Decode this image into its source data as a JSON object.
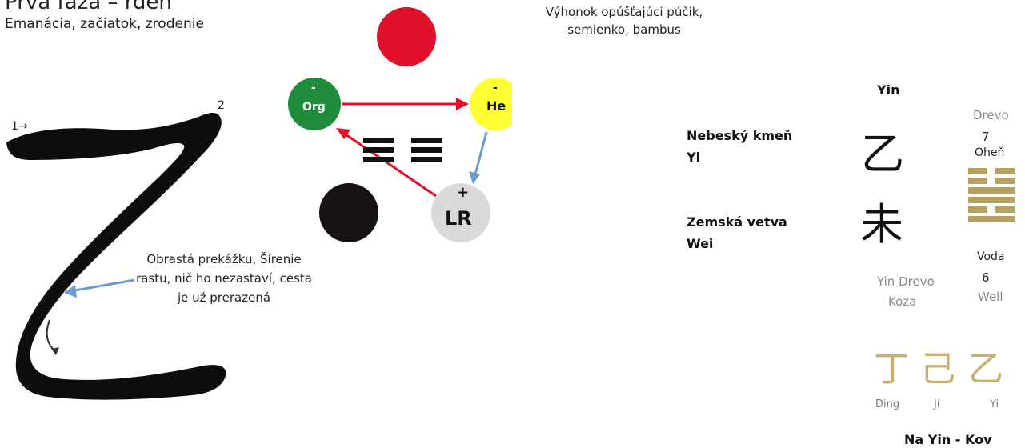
{
  "header": {
    "title": "Prvá fáza – rden",
    "subtitle": "Emanácia, začiatok, zrodenie"
  },
  "sprout_caption": "Výhonok opúšťajúci púčik, semienko, bambus",
  "obstacle_caption": "Obrastá prekážku, Šírenie rastu, nič ho nezastaví, cesta je už prerazená",
  "stroke_marks": {
    "first": "1→",
    "second": "2"
  },
  "cycle": {
    "nodes": [
      {
        "id": "org",
        "label": "Org",
        "sign": "-",
        "color": "#1e8c3a"
      },
      {
        "id": "he",
        "label": "He",
        "sign": "-",
        "color": "#ffff33"
      },
      {
        "id": "lr",
        "label": "LR",
        "sign": "+",
        "color": "#d9d9d9"
      }
    ],
    "decor_colors": {
      "red": "#e0102a",
      "black": "#161212",
      "arrow_red": "#e0102a",
      "arrow_blue": "#6b9bd2"
    }
  },
  "panel": {
    "yin_label": "Yin",
    "heavenly_stem": [
      "Nebeský kmeň",
      "Yi"
    ],
    "earthly_branch": [
      "Zemská vetva",
      "Wei"
    ],
    "char_stem": "乙",
    "char_branch": "未",
    "wood": "Drevo",
    "num_top": "7",
    "fire": "Oheň",
    "water": "Voda",
    "num_bottom": "6",
    "well": "Well",
    "yin_wood": "Yin Drevo",
    "goat": "Koza",
    "hexagram_lines": [
      "broken",
      "broken",
      "solid",
      "solid",
      "broken",
      "solid"
    ],
    "stems_row": [
      {
        "char": "丁",
        "label": "Ding"
      },
      {
        "char": "己",
        "label": "Ji"
      },
      {
        "char": "乙",
        "label": "Yi"
      }
    ],
    "nayin": "Na Yin - Kov"
  }
}
